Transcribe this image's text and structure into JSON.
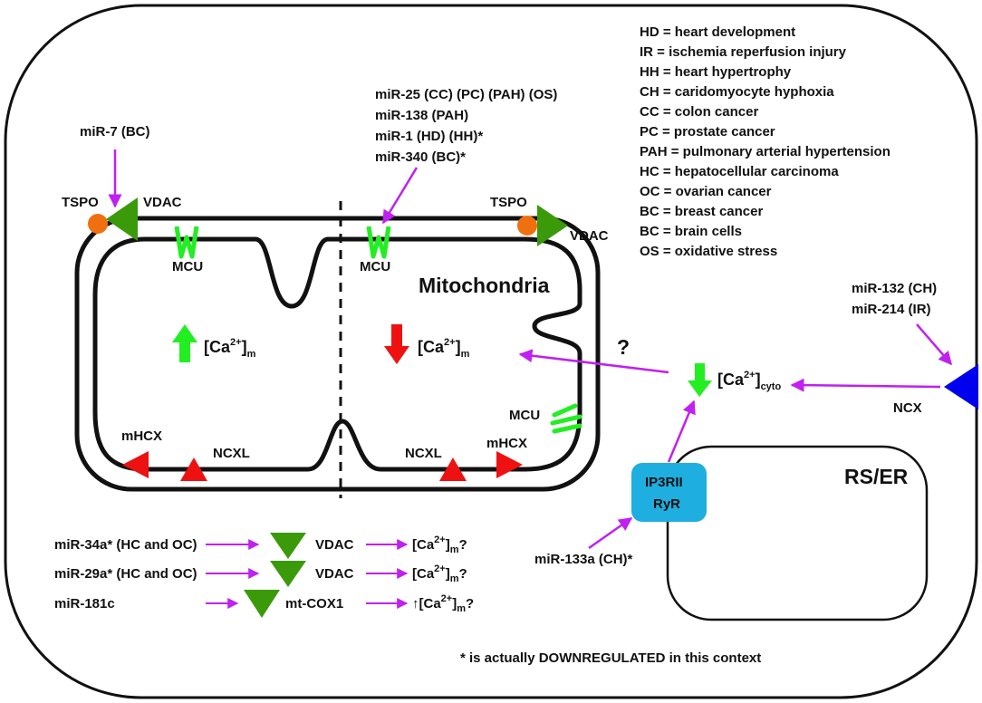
{
  "legend": [
    "HD = heart development",
    "IR = ischemia reperfusion injury",
    "HH = heart hypertrophy",
    "CH = caridomyocyte hyphoxia",
    "CC = colon cancer",
    "PC = prostate cancer",
    "PAH = pulmonary arterial hypertension",
    "HC = hepatocellular carcinoma",
    "OC = ovarian cancer",
    "BC = breast cancer",
    "BC = brain cells",
    "OS = oxidative stress"
  ],
  "mirna_mcu": [
    "miR-25 (CC) (PC) (PAH) (OS)",
    "miR-138 (PAH)",
    "miR-1 (HD) (HH)*",
    "miR-340  (BC)*"
  ],
  "mirna_vdac": "miR-7 (BC)",
  "mirna_ncx": [
    "miR-132 (CH)",
    "miR-214 (IR)"
  ],
  "mirna_ip3": "miR-133a (CH)*",
  "labels": {
    "tspo_left": "TSPO",
    "vdac_left": "VDAC",
    "tspo_right": "TSPO",
    "vdac_right": "VDAC",
    "mcu_left": "MCU",
    "mcu_mid": "MCU",
    "mcu_right": "MCU",
    "mitochondria": "Mitochondria",
    "ca_m_base": "[Ca",
    "ca_m_sup": "2+",
    "ca_m_tail": "]",
    "ca_m_sub": "m",
    "ca_cyto_sub": "cyto",
    "question": "?",
    "ncx": "NCX",
    "ncxl_left": "NCXL",
    "ncxl_right": "NCXL",
    "mhcx_left": "mHCX",
    "mhcx_right": "mHCX",
    "ip3rii": "IP3RII",
    "ryr": "RyR",
    "rs_er": "RS/ER"
  },
  "bottom_rows": [
    {
      "mirna": "miR-34a* (HC and OC)",
      "target": "VDAC",
      "prefix": "",
      "suffix": "?"
    },
    {
      "mirna": "miR-29a* (HC and OC)",
      "target": "VDAC",
      "prefix": "",
      "suffix": "?"
    },
    {
      "mirna": "miR-181c",
      "target": "mt-COX1",
      "prefix": "↑",
      "suffix": "?"
    }
  ],
  "footnote": "* is actually DOWNREGULATED in this context",
  "colors": {
    "arrow": "#c020f0",
    "vdac_green": "#3a9a0a",
    "tspo_orange": "#f07010",
    "mcu_green": "#22ee22",
    "ncx_red": "#ee1111",
    "ncx_blue": "#0000ee",
    "ip3_blue": "#1eaee0",
    "up_green": "#22ee22",
    "down_red": "#ee1111"
  }
}
